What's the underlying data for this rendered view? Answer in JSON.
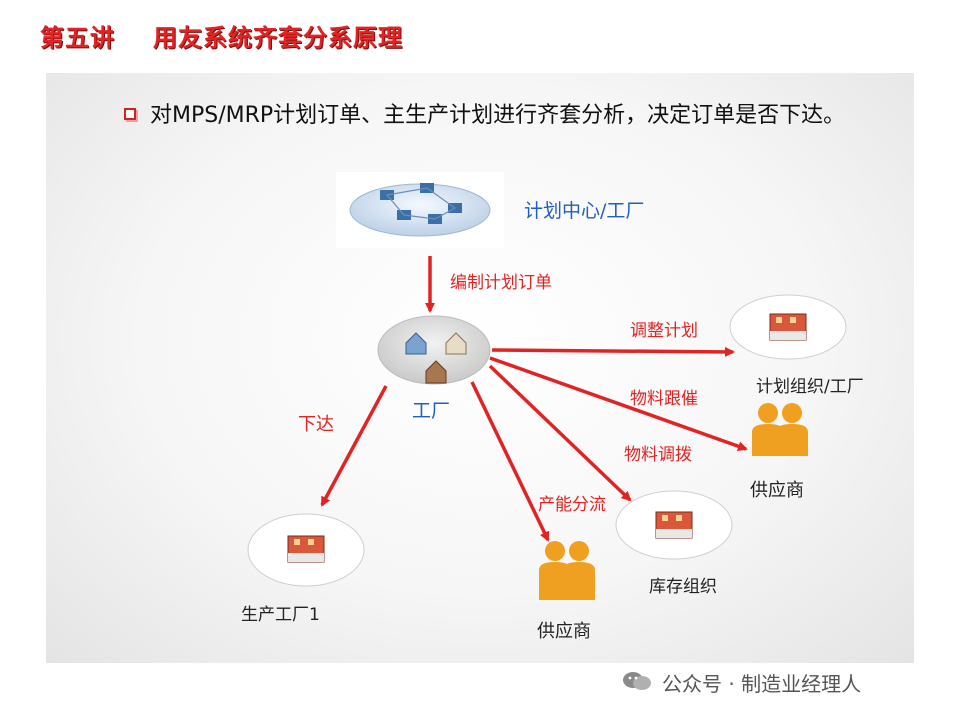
{
  "title": {
    "lecture": "第五讲",
    "topic": "用友系统齐套分系原理"
  },
  "heading": "对MPS/MRP计划订单、主生产计划进行齐套分析，决定订单是否下达。",
  "nodes": {
    "plan_center": "计划中心/工厂",
    "factory": "工厂",
    "plan_org": "计划组织/工厂",
    "supplier_right": "供应商",
    "inventory_org": "库存组织",
    "supplier_bottom": "供应商",
    "production_factory": "生产工厂1"
  },
  "edges": {
    "compile_orders": "编制计划订单",
    "adjust_plan": "调整计划",
    "material_followup": "物料跟催",
    "material_transfer": "物料调拨",
    "capacity_diversion": "产能分流",
    "release": "下达"
  },
  "colors": {
    "arrow": "#e02424",
    "node_label": "#1f5fbf",
    "title": "#e02424"
  },
  "watermark": {
    "text": "公众号 · 制造业经理人",
    "icon": "wechat-icon"
  }
}
